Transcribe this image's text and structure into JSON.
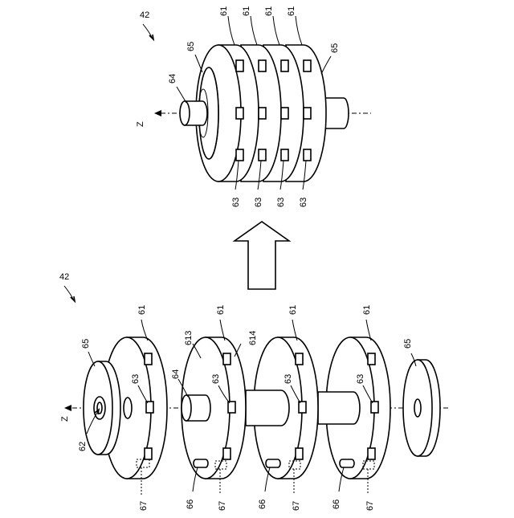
{
  "labels": {
    "assembly_ref": "42",
    "axis_z": "Z",
    "plate": "61",
    "plate_face_a": "613",
    "plate_face_b": "614",
    "protrusion": "63",
    "shaft": "64",
    "end_plate": "65",
    "center_hole": "62",
    "pin": "66",
    "hole": "67"
  }
}
